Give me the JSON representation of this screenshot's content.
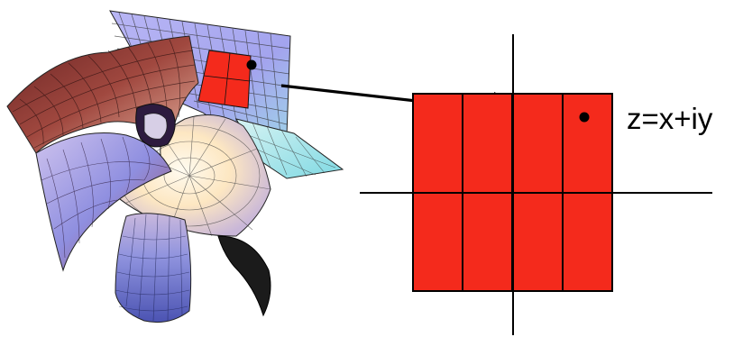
{
  "diagram": {
    "equation_label": "z=x+iy",
    "colors": {
      "patch_red": "#f42a1c",
      "grid_line": "#000000",
      "axis_line": "#000000",
      "arrow": "#000000",
      "surface_blue": "#a7a7f2",
      "surface_dark_red": "#7d2c2c",
      "surface_cream": "#fff2d2",
      "surface_cyan": "#8fe3ea",
      "surface_deep_blue": "#5058b0"
    },
    "patch_grid": {
      "columns": 4,
      "rows": 2
    }
  }
}
